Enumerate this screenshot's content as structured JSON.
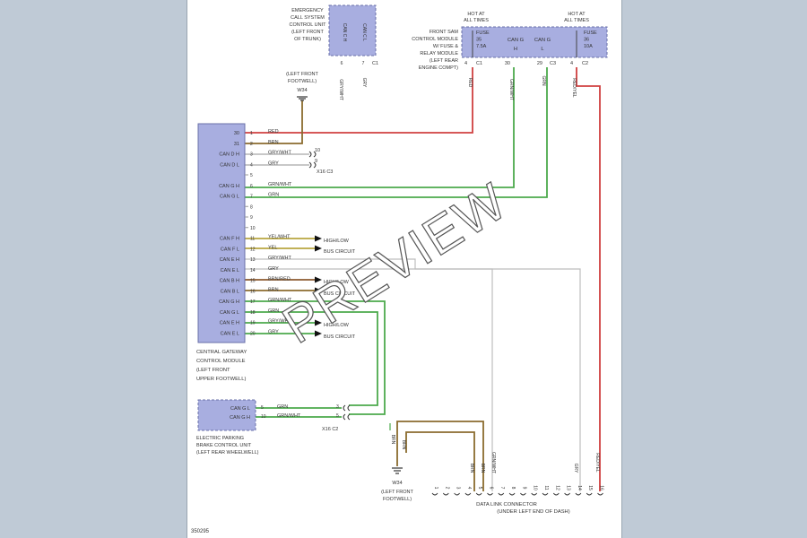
{
  "watermark": "PREVIEW",
  "figure_id": "350295",
  "gateway": {
    "label": [
      "CENTRAL GATEWAY",
      "CONTROL MODULE",
      "(LEFT FRONT",
      "UPPER FOOTWELL)"
    ],
    "pins": [
      {
        "num": "1",
        "name": "30",
        "wire": "RED"
      },
      {
        "num": "2",
        "name": "31",
        "wire": "BRN"
      },
      {
        "num": "3",
        "name": "CAN D H",
        "wire": "GRY/WHT"
      },
      {
        "num": "4",
        "name": "CAN D L",
        "wire": "GRY"
      },
      {
        "num": "5",
        "name": "",
        "wire": ""
      },
      {
        "num": "6",
        "name": "CAN G H",
        "wire": "GRN/WHT"
      },
      {
        "num": "7",
        "name": "CAN G L",
        "wire": "GRN"
      },
      {
        "num": "8",
        "name": "",
        "wire": ""
      },
      {
        "num": "9",
        "name": "",
        "wire": ""
      },
      {
        "num": "10",
        "name": "",
        "wire": ""
      },
      {
        "num": "11",
        "name": "CAN F H",
        "wire": "YEL/WHT"
      },
      {
        "num": "12",
        "name": "CAN F L",
        "wire": "YEL"
      },
      {
        "num": "13",
        "name": "CAN E H",
        "wire": "GRY/WHT"
      },
      {
        "num": "14",
        "name": "CAN E L",
        "wire": "GRY"
      },
      {
        "num": "15",
        "name": "CAN B H",
        "wire": "BRN/RED"
      },
      {
        "num": "16",
        "name": "CAN B L",
        "wire": "BRN"
      },
      {
        "num": "17",
        "name": "CAN G H",
        "wire": "GRN/WHT"
      },
      {
        "num": "18",
        "name": "CAN G L",
        "wire": "GRN"
      },
      {
        "num": "19",
        "name": "CAN E H",
        "wire": "GRY/WHT"
      },
      {
        "num": "20",
        "name": "CAN E L",
        "wire": "GRY"
      }
    ],
    "bus_note": [
      "HIGH/LOW",
      "BUS CIRCUIT"
    ]
  },
  "emergency": {
    "label": [
      "EMERGENCY",
      "CALL SYSTEM",
      "CONTROL UNIT",
      "(LEFT FRONT",
      "OF TRUNK)"
    ],
    "pin_labels": [
      "CAN C H",
      "CAN C L"
    ],
    "pin_nums": [
      "6",
      "7"
    ],
    "connector": "C1",
    "wires": [
      "GRY/WHT",
      "GRY"
    ]
  },
  "ground_top": {
    "label": [
      "(LEFT FRONT",
      "FOOTWELL)"
    ],
    "id": "W34"
  },
  "sam": {
    "label": [
      "FRONT SAM",
      "CONTROL MODULE",
      "W/ FUSE &",
      "RELAY MODULE",
      "(LEFT REAR",
      "ENGINE COMPT)"
    ],
    "hot1": [
      "HOT AT",
      "ALL TIMES"
    ],
    "hot2": [
      "HOT AT",
      "ALL TIMES"
    ],
    "fuse1": [
      "FUSE",
      "35",
      "7.5A"
    ],
    "fuse2": [
      "FUSE",
      "36",
      "10A"
    ],
    "can_h": [
      "CAN G",
      "H"
    ],
    "can_l": [
      "CAN G",
      "L"
    ],
    "pins": {
      "p1": "4",
      "p2": "30",
      "p3": "29",
      "p4": "4"
    },
    "connectors": {
      "c1": "C1",
      "c3": "C3",
      "c2": "C2"
    },
    "wires": {
      "red": "RED",
      "grnwht": "GRN/WHT",
      "grn": "GRN",
      "redyel": "RED/YEL"
    }
  },
  "x16c3": {
    "label": "X16 C3",
    "pin_a": "10",
    "pin_b": "9"
  },
  "epb": {
    "label": [
      "ELECTRIC PARKING",
      "BRAKE CONTROL UNIT",
      "(LEFT REAR WHEELWELL)"
    ],
    "pins": [
      {
        "num": "5",
        "name": "CAN G L",
        "wire": "GRN",
        "conn": "3"
      },
      {
        "num": "10",
        "name": "CAN G H",
        "wire": "GRN/WHT",
        "conn": "5"
      }
    ]
  },
  "x16c2": "X16 C2",
  "ground_bottom": {
    "id": "W34",
    "label": [
      "(LEFT FRONT",
      "FOOTWELL)"
    ]
  },
  "dlc": {
    "label": [
      "DATA LINK CONNECTOR",
      "(UNDER LEFT END OF DASH)"
    ],
    "pins": [
      "1",
      "2",
      "3",
      "4",
      "5",
      "6",
      "7",
      "8",
      "9",
      "10",
      "11",
      "12",
      "13",
      "14",
      "15",
      "16"
    ],
    "wires": {
      "brn_a": "BRN",
      "brn_b": "BRN",
      "grnwht": "GRN/WHT",
      "gry": "GRY",
      "redyel": "RED/YEL"
    }
  }
}
